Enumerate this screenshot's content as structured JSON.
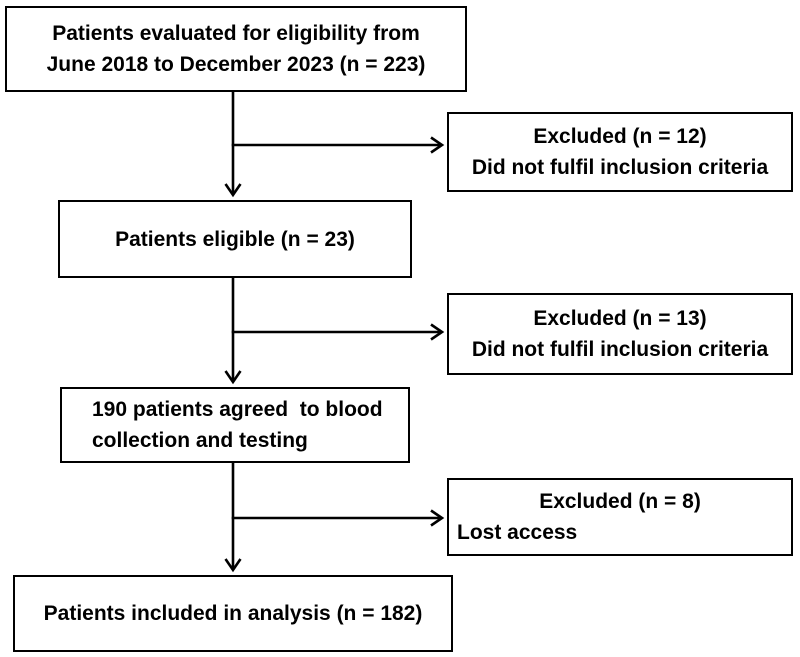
{
  "figure": {
    "type": "flowchart",
    "background_color": "#ffffff",
    "line_color": "#000000",
    "text_color": "#000000",
    "boxes": {
      "evaluated": {
        "line1": "Patients evaluated for eligibility from",
        "line2": "June 2018 to December 2023 (n = 223)"
      },
      "excluded1": {
        "title": "Excluded (n = 12)",
        "reason": "Did not fulfil inclusion criteria"
      },
      "eligible": {
        "text": "Patients eligible (n = 23)"
      },
      "excluded2": {
        "title": "Excluded (n = 13)",
        "reason": "Did not fulfil inclusion criteria"
      },
      "agreed": {
        "line1": "190 patients agreed  to blood",
        "line2": "collection and testing"
      },
      "excluded3": {
        "title": "Excluded (n = 8)",
        "reason": "Lost access"
      },
      "included": {
        "text": "Patients included in analysis (n = 182)"
      }
    }
  }
}
